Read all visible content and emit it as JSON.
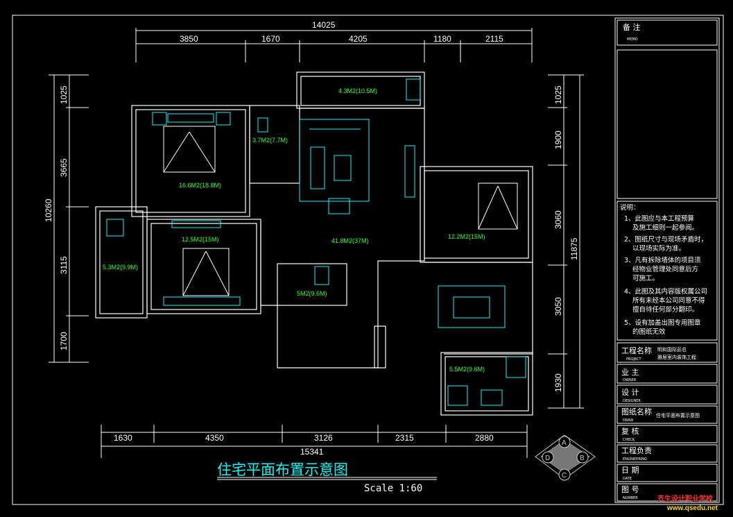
{
  "dimensions": {
    "top_total": "14025",
    "top_segments": [
      "3850",
      "1670",
      "4205",
      "1180",
      "2115"
    ],
    "bottom_total": "15341",
    "bottom_segments": [
      "1630",
      "4350",
      "3126",
      "2315",
      "2880"
    ],
    "left_total": "10260",
    "left_segments": [
      "1025",
      "3665",
      "3115",
      "1700"
    ],
    "right_total": "11875",
    "right_segments": [
      "1025",
      "1900",
      "3060",
      "3050",
      "1930"
    ]
  },
  "rooms": [
    {
      "label": "4.3M2(10.5M)"
    },
    {
      "label": "3.7M2(7.7M)"
    },
    {
      "label": "16.6M2(18.8M)"
    },
    {
      "label": "12.5M2(15M)"
    },
    {
      "label": "5.3M2(9.9M)"
    },
    {
      "label": "41.8M2(37M)"
    },
    {
      "label": "5M2(9.6M)"
    },
    {
      "label": "12.2M2(15M)"
    },
    {
      "label": "5.5M2(9.6M)"
    }
  ],
  "drawing": {
    "title": "住宅平面布置示意图",
    "scale": "Scale 1:60"
  },
  "compass": [
    "A",
    "B",
    "C",
    "D"
  ],
  "title_block": {
    "memo": {
      "label": "备 注",
      "sub": "MEMO"
    },
    "notes_heading": "说明：",
    "notes": [
      "1、此图应与本工程预算",
      "及施工细则一起参阅。",
      "2、图纸尺寸与现场矛盾时，",
      "以现场实际为准。",
      "3、凡有拆除墙体的项目须",
      "经物业管理处同意后方",
      "可施工。",
      "4、此图及其内容版权属公司",
      "所有未经本公司同意不得",
      "擅自待任何部分翻印。",
      "5、设有加盖出图专用图章",
      "的图纸无效"
    ],
    "rows": [
      {
        "label": "工程名称",
        "sub": "PROJECT",
        "value1": "明和国际彭总",
        "value2": "雅居室内装饰工程"
      },
      {
        "label": "业 主",
        "sub": "OWNER",
        "value1": "",
        "value2": ""
      },
      {
        "label": "设 计",
        "sub": "DESIGNER",
        "value1": "",
        "value2": ""
      },
      {
        "label": "图纸名称",
        "sub": "DRAW",
        "value1": "住宅平面布置示意图",
        "value2": ""
      },
      {
        "label": "复 核",
        "sub": "CHECK",
        "value1": "",
        "value2": ""
      },
      {
        "label": "工程负责",
        "sub": "ENGINEERING",
        "value1": "",
        "value2": ""
      },
      {
        "label": "日 期",
        "sub": "DATE",
        "value1": "",
        "value2": ""
      },
      {
        "label": "图 号",
        "sub": "NUMBER",
        "value1": "",
        "value2": ""
      }
    ]
  },
  "watermark": {
    "line1": "齐生设计职业学校",
    "line2": "www.qsedu.net"
  },
  "colors": {
    "wall": "#ffffff",
    "fixture": "#19f5f5",
    "area_text": "#33ff33",
    "dim_line": "#ffffff"
  }
}
